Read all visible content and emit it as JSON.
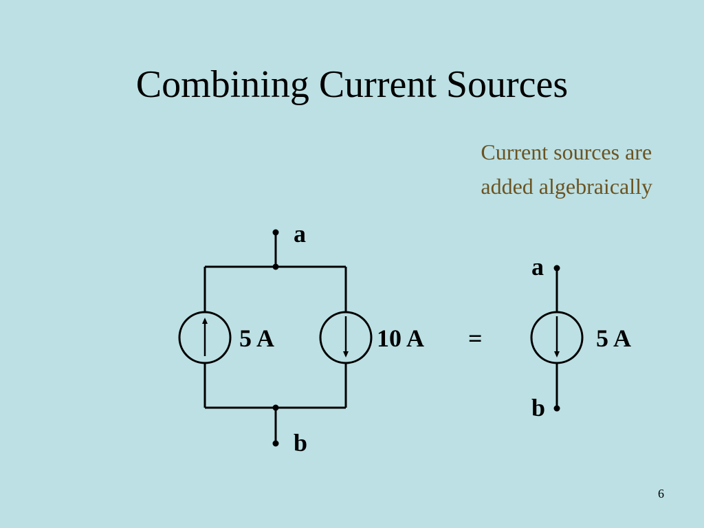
{
  "slide": {
    "title": "Combining Current Sources",
    "note_lines": [
      "Current sources are",
      "added algebraically"
    ],
    "page_number": "6"
  },
  "circuit_left": {
    "terminal_top_label": "a",
    "terminal_bottom_label": "b",
    "source_1": {
      "label": "5 A",
      "arrow": "up"
    },
    "source_2": {
      "label": "10 A",
      "arrow": "down"
    }
  },
  "equals_sign": "=",
  "circuit_right": {
    "terminal_top_label": "a",
    "terminal_bottom_label": "b",
    "source": {
      "label": "5 A",
      "arrow": "down"
    }
  },
  "colors": {
    "background": "#bce0e4",
    "note_text": "#6b5321",
    "wire": "#000000"
  }
}
